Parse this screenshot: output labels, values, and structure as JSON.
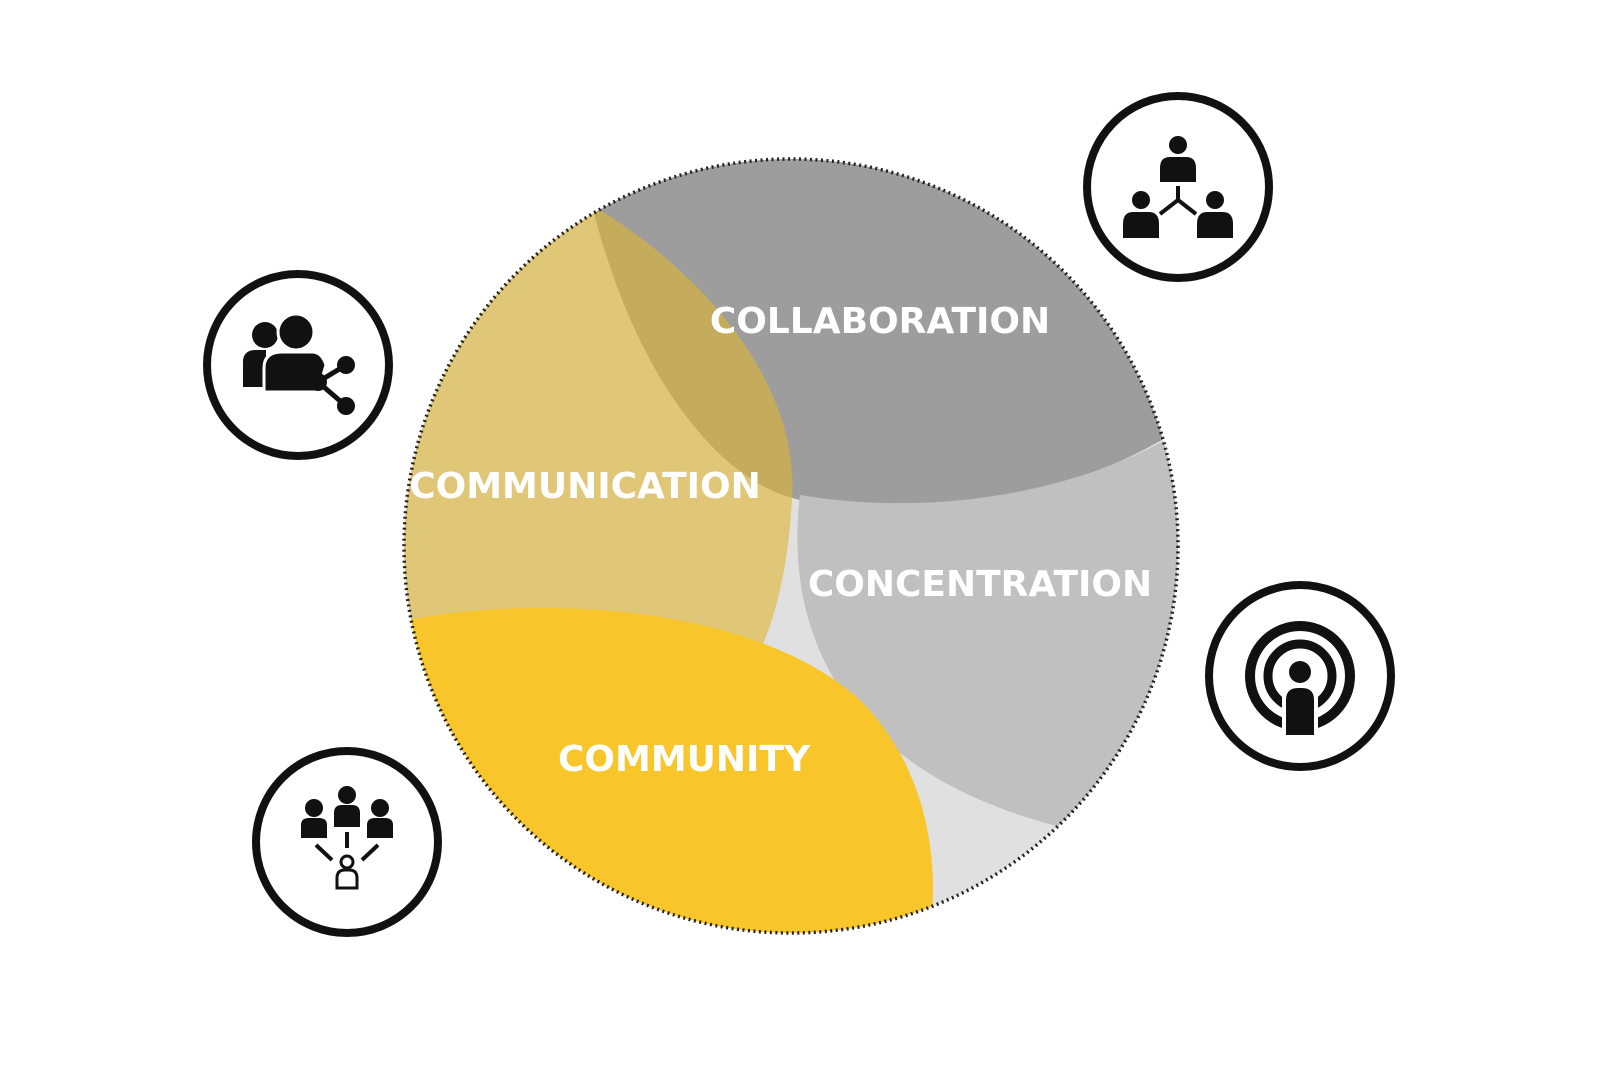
{
  "diagram": {
    "labels": {
      "collaboration": "COLLABORATION",
      "communication": "COMMUNICATION",
      "concentration": "CONCENTRATION",
      "community": "COMMUNITY"
    },
    "icons": [
      "team-hierarchy-icon",
      "user-share-icon",
      "podcast-user-icon",
      "group-network-icon"
    ],
    "colors": {
      "collaboration": "#9d9d9d",
      "communication": "#ecd283",
      "concentration": "#bfc0bf",
      "community": "#f8c52a",
      "background": "#e0e0e0"
    }
  }
}
